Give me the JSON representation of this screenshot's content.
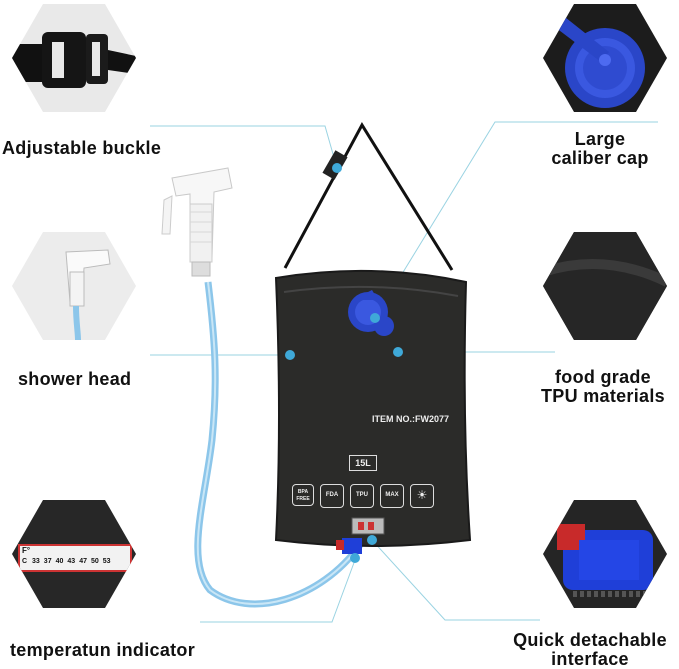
{
  "features": {
    "buckle": {
      "label": "Adjustable buckle",
      "icon": "buckle-icon"
    },
    "cap": {
      "label_line1": "Large",
      "label_line2": "caliber cap",
      "icon": "cap-icon"
    },
    "shower": {
      "label": "shower head",
      "icon": "shower-head-icon"
    },
    "tpu": {
      "label_line1": "food grade",
      "label_line2": "TPU materials",
      "icon": "tpu-material-icon"
    },
    "temp": {
      "label": "temperatun indicator",
      "icon": "thermometer-strip-icon",
      "scale_unit": "F°",
      "scale_letter": "C",
      "scale_values": [
        "33",
        "37",
        "40",
        "43",
        "47",
        "50",
        "53"
      ]
    },
    "interface": {
      "label_line1": "Quick detachable",
      "label_line2": "interface",
      "icon": "quick-connector-icon"
    }
  },
  "bag": {
    "item_no": "ITEM NO.:FW2077",
    "capacity": "15L",
    "badges": [
      "BPA FREE",
      "FDA",
      "TPU",
      "MAX",
      "☀"
    ]
  },
  "colors": {
    "accent_line": "#8fd1e0",
    "dot": "#3fa9d8",
    "bag": "#2a2a28",
    "cap": "#2a46c8",
    "hose": "#8cc6ea"
  }
}
